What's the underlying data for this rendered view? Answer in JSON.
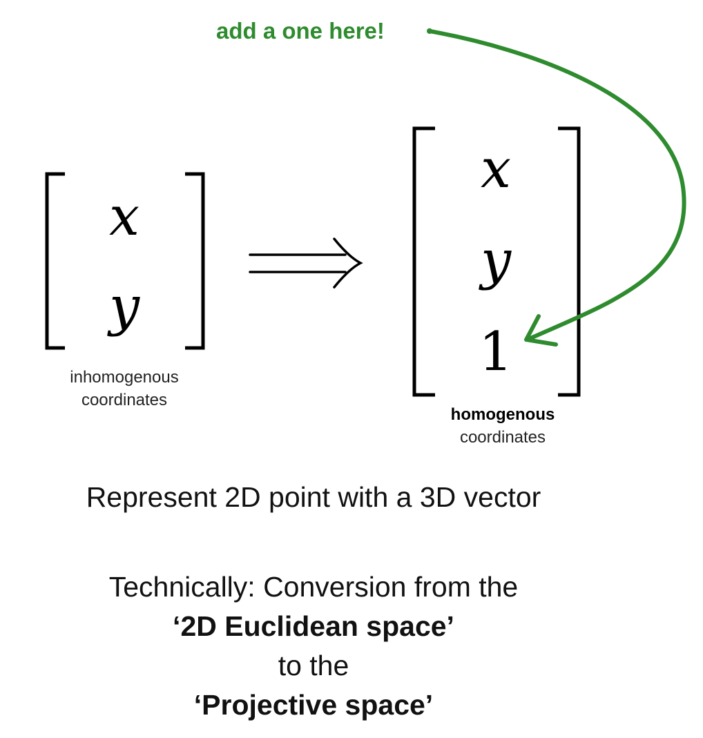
{
  "annotation": "add a one here!",
  "left_vector": {
    "entries": [
      "x",
      "y"
    ],
    "caption_line1": "inhomogenous",
    "caption_line2": "coordinates"
  },
  "implies_symbol": "⟹",
  "right_vector": {
    "entries": [
      "x",
      "y",
      "1"
    ],
    "caption_bold": "homogenous",
    "caption_line2": "coordinates"
  },
  "statement": "Represent 2D point with a 3D vector",
  "technically": {
    "line1": "Technically: Conversion from the",
    "line2": "‘2D Euclidean space’",
    "line3": "to the",
    "line4": "‘Projective space’"
  },
  "colors": {
    "accent": "#2e8b2e",
    "text": "#000000"
  }
}
